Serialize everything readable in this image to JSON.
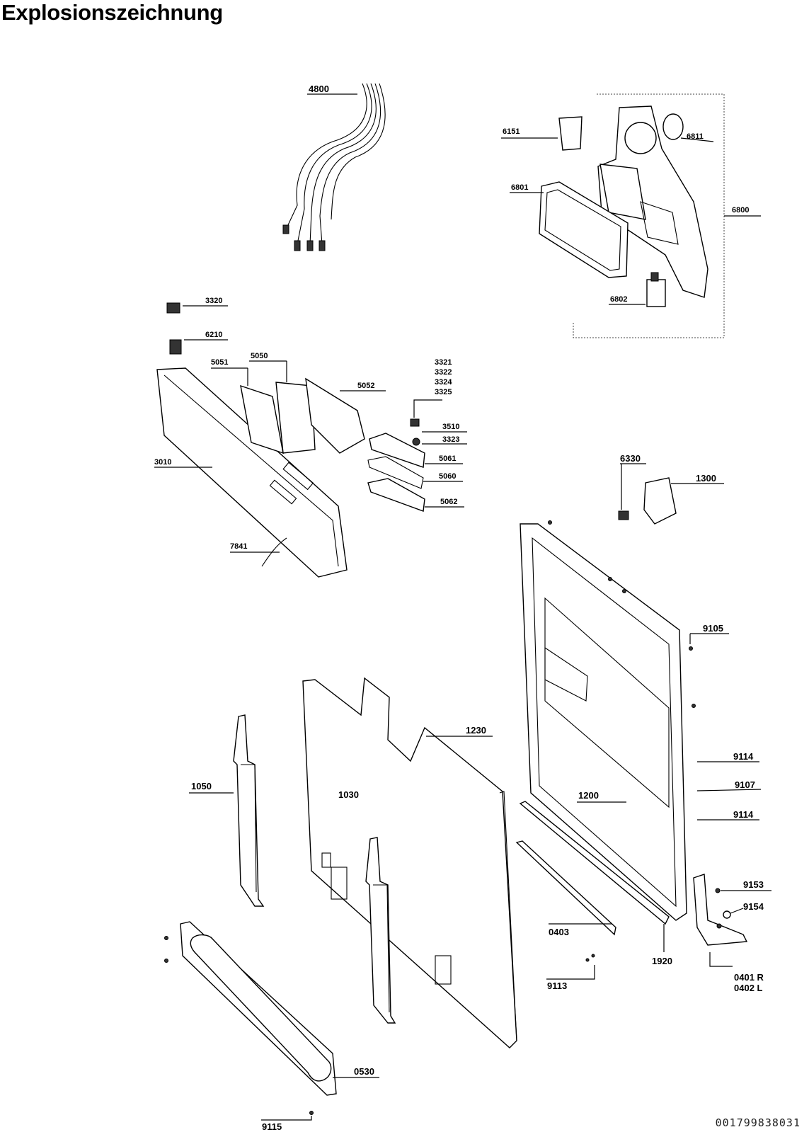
{
  "title": "Explosionszeichnung",
  "doc_number": "001799838031",
  "labels": {
    "p4800": "4800",
    "p6151": "6151",
    "p6811": "6811",
    "p6801": "6801",
    "p6800": "6800",
    "p6802": "6802",
    "p3320": "3320",
    "p6210": "6210",
    "p5051": "5051",
    "p5050": "5050",
    "p5052": "5052",
    "p3321": "3321",
    "p3322": "3322",
    "p3324": "3324",
    "p3325": "3325",
    "p3510": "3510",
    "p3323": "3323",
    "p5061": "5061",
    "p5060": "5060",
    "p5062": "5062",
    "p3010": "3010",
    "p7841": "7841",
    "p6330": "6330",
    "p1300": "1300",
    "p9105": "9105",
    "p1230": "1230",
    "p1030": "1030",
    "p1050": "1050",
    "p1200": "1200",
    "p9114a": "9114",
    "p9107": "9107",
    "p9114b": "9114",
    "p9153": "9153",
    "p9154": "9154",
    "p0403": "0403",
    "p1920": "1920",
    "p0401": "0401 R",
    "p0402": "0402 L",
    "p9113": "9113",
    "p0530": "0530",
    "p9115": "9115"
  }
}
